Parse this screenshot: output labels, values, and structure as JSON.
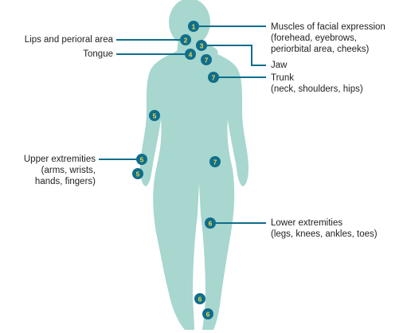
{
  "colors": {
    "body_fill": "#a7d7cf",
    "marker_fill": "#0f6e8c",
    "marker_text": "#f2d84a",
    "leader": "#0f6e8c"
  },
  "labels": {
    "facial": {
      "line1": "Muscles of facial expression",
      "line2": "(forehead, eyebrows,",
      "line3": "periorbital area, cheeks)"
    },
    "lips": "Lips and perioral area",
    "tongue": "Tongue",
    "jaw": "Jaw",
    "trunk": {
      "line1": "Trunk",
      "line2": "(neck, shoulders, hips)"
    },
    "upper": {
      "line1": "Upper extremities",
      "line2": "(arms, wrists,",
      "line3": "hands, fingers)"
    },
    "lower": {
      "line1": "Lower extremities",
      "line2": "(legs, knees, ankles, toes)"
    }
  },
  "markers": [
    {
      "id": "m1",
      "number": "1"
    },
    {
      "id": "m2",
      "number": "2"
    },
    {
      "id": "m3",
      "number": "3"
    },
    {
      "id": "m4",
      "number": "4"
    },
    {
      "id": "m7a",
      "number": "7"
    },
    {
      "id": "m7b",
      "number": "7"
    },
    {
      "id": "m5a",
      "number": "5"
    },
    {
      "id": "m5b",
      "number": "5"
    },
    {
      "id": "m5c",
      "number": "5"
    },
    {
      "id": "m7c",
      "number": "7"
    },
    {
      "id": "m6a",
      "number": "6"
    },
    {
      "id": "m6b",
      "number": "6"
    },
    {
      "id": "m6c",
      "number": "6"
    }
  ]
}
